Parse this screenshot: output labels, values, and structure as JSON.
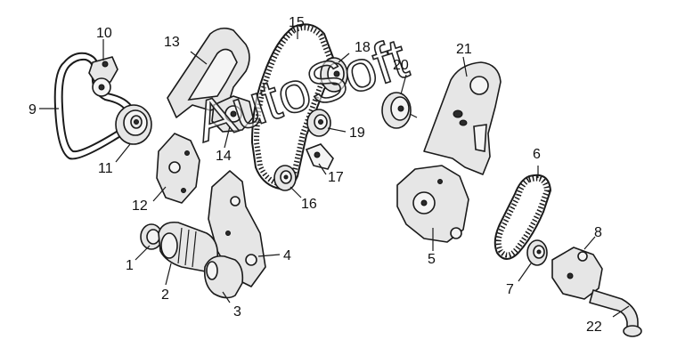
{
  "diagram": {
    "watermark": "AutoSoft",
    "callouts": [
      "1",
      "2",
      "3",
      "4",
      "5",
      "6",
      "7",
      "8",
      "9",
      "10",
      "11",
      "12",
      "13",
      "14",
      "15",
      "16",
      "17",
      "18",
      "19",
      "20",
      "21",
      "22"
    ]
  }
}
